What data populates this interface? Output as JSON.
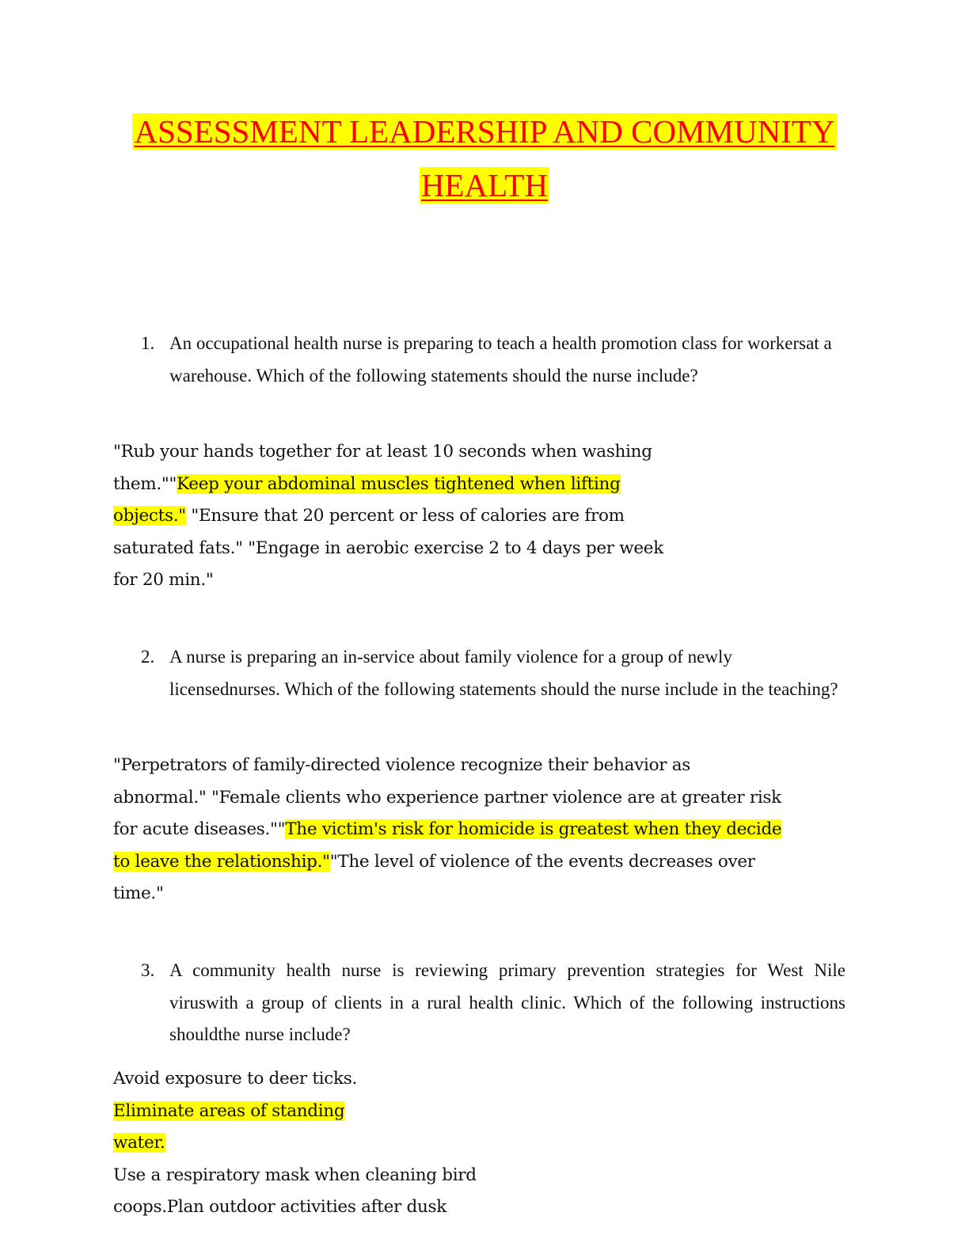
{
  "document": {
    "title_line1": "ASSESSMENT LEADERSHIP AND COMMUNITY",
    "title_line2": "HEALTH",
    "colors": {
      "title_text": "#ff0000",
      "highlight": "#ffff00",
      "body_text": "#111111"
    },
    "questions": [
      {
        "number": "1.",
        "stem": "An occupational health nurse is preparing to teach a health promotion class for workersat a warehouse. Which of the following statements should the nurse include?",
        "answer_lines": [
          {
            "pre": "\"Rub your hands together for at least 10 seconds when washing",
            "hl": "",
            "post": ""
          },
          {
            "pre": "them.\"\"",
            "hl": "Keep your abdominal muscles tightened when lifting ",
            "post": ""
          },
          {
            "pre": "",
            "hl": "objects.\"",
            "post": " \"Ensure that 20 percent or less of calories are from"
          },
          {
            "pre": "saturated fats.\" \"Engage in aerobic exercise 2 to 4 days per week",
            "hl": "",
            "post": ""
          },
          {
            "pre": "for 20 min.\"",
            "hl": "",
            "post": ""
          }
        ],
        "correct_answer": "Keep your abdominal muscles tightened when lifting objects."
      },
      {
        "number": "2.",
        "stem": "A nurse is preparing an in-service about family violence for a group of newly licensednurses. Which of the following statements should the nurse include in the teaching?",
        "answer_lines": [
          {
            "pre": "\"Perpetrators of family-directed violence recognize their behavior as",
            "hl": "",
            "post": ""
          },
          {
            "pre": "abnormal.\" \"Female clients who experience partner violence are at greater risk",
            "hl": "",
            "post": ""
          },
          {
            "pre": "for acute diseases.\"\"",
            "hl": "The victim's risk for homicide is greatest when they decide ",
            "post": ""
          },
          {
            "pre": "",
            "hl": "to leave the relationship.\"",
            "post": "\"The level of violence of the events decreases over"
          },
          {
            "pre": "time.\"",
            "hl": "",
            "post": ""
          }
        ],
        "correct_answer": "The victim's risk for homicide is greatest when they decide to leave the relationship."
      },
      {
        "number": "3.",
        "stem": "A community health nurse is reviewing primary prevention strategies for West Nile viruswith a group of clients in a rural health clinic. Which of the following instructions shouldthe nurse include?",
        "answer_lines": [
          {
            "pre": "Avoid exposure to deer ticks.",
            "hl": "",
            "post": ""
          },
          {
            "pre": "",
            "hl": "Eliminate areas of standing ",
            "post": ""
          },
          {
            "pre": "",
            "hl": "water.",
            "post": ""
          },
          {
            "pre": "Use a respiratory mask when cleaning bird",
            "hl": "",
            "post": ""
          },
          {
            "pre": "coops.Plan outdoor activities after dusk",
            "hl": "",
            "post": ""
          }
        ],
        "correct_answer": "Eliminate areas of standing water."
      }
    ]
  }
}
